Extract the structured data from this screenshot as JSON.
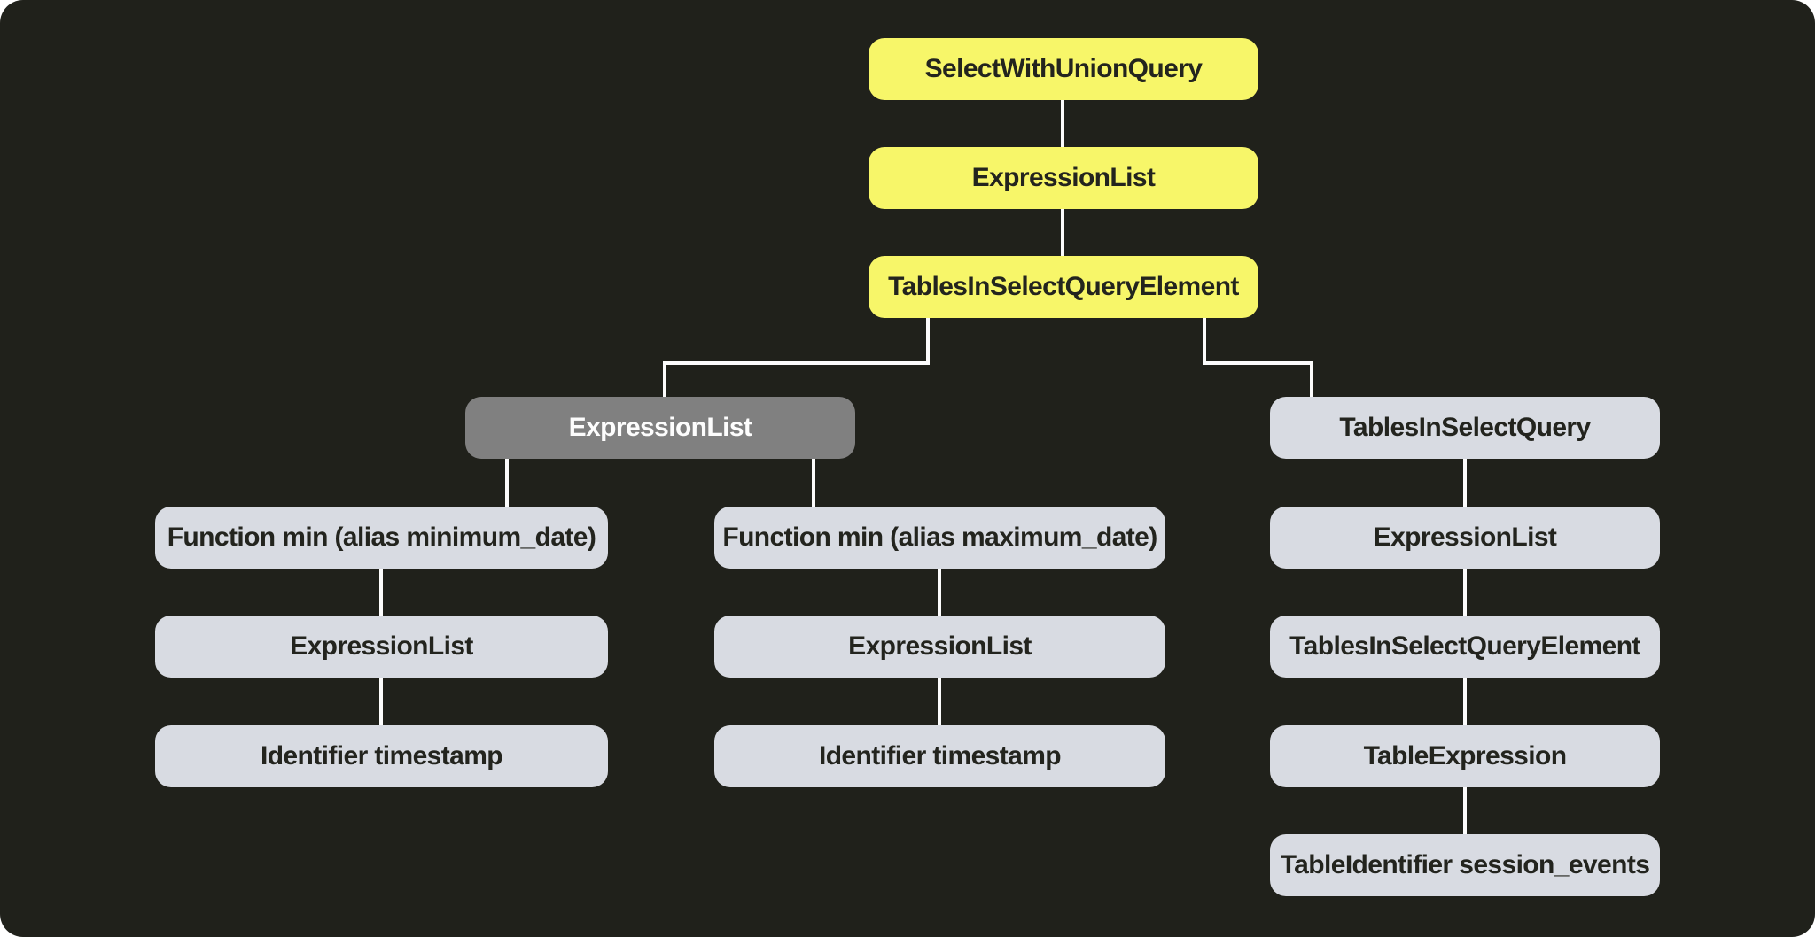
{
  "diagram": {
    "type": "ast-tree",
    "description": "SQL query abstract syntax tree visualization",
    "colors": {
      "background": "#20211b",
      "node_root_chain": "#f7f669",
      "node_selected": "#808080",
      "node_default": "#d8dbe2",
      "edge": "#fcfcfc",
      "text_dark": "#23241e",
      "text_light": "#fdfdfd"
    },
    "nodes": [
      {
        "id": "select_with_union_query",
        "label": "SelectWithUnionQuery",
        "variant": "yellow"
      },
      {
        "id": "expression_list_root",
        "label": "ExpressionList",
        "variant": "yellow"
      },
      {
        "id": "tables_in_select_query_element_root",
        "label": "TablesInSelectQueryElement",
        "variant": "yellow"
      },
      {
        "id": "expression_list_selected",
        "label": "ExpressionList",
        "variant": "gray"
      },
      {
        "id": "tables_in_select_query",
        "label": "TablesInSelectQuery",
        "variant": "light"
      },
      {
        "id": "function_min_minimum_date",
        "label": "Function min (alias minimum_date)",
        "variant": "light"
      },
      {
        "id": "function_min_maximum_date",
        "label": "Function min (alias maximum_date)",
        "variant": "light"
      },
      {
        "id": "expression_list_tables",
        "label": "ExpressionList",
        "variant": "light"
      },
      {
        "id": "expression_list_min",
        "label": "ExpressionList",
        "variant": "light"
      },
      {
        "id": "expression_list_max",
        "label": "ExpressionList",
        "variant": "light"
      },
      {
        "id": "tables_in_select_query_element_nested",
        "label": "TablesInSelectQueryElement",
        "variant": "light"
      },
      {
        "id": "identifier_timestamp_min",
        "label": "Identifier timestamp",
        "variant": "light"
      },
      {
        "id": "identifier_timestamp_max",
        "label": "Identifier timestamp",
        "variant": "light"
      },
      {
        "id": "table_expression",
        "label": "TableExpression",
        "variant": "light"
      },
      {
        "id": "table_identifier_session_events",
        "label": "TableIdentifier session_events",
        "variant": "light"
      }
    ],
    "edges": [
      {
        "from": "select_with_union_query",
        "to": "expression_list_root"
      },
      {
        "from": "expression_list_root",
        "to": "tables_in_select_query_element_root"
      },
      {
        "from": "tables_in_select_query_element_root",
        "to": "expression_list_selected"
      },
      {
        "from": "tables_in_select_query_element_root",
        "to": "tables_in_select_query"
      },
      {
        "from": "expression_list_selected",
        "to": "function_min_minimum_date"
      },
      {
        "from": "expression_list_selected",
        "to": "function_min_maximum_date"
      },
      {
        "from": "function_min_minimum_date",
        "to": "expression_list_min"
      },
      {
        "from": "expression_list_min",
        "to": "identifier_timestamp_min"
      },
      {
        "from": "function_min_maximum_date",
        "to": "expression_list_max"
      },
      {
        "from": "expression_list_max",
        "to": "identifier_timestamp_max"
      },
      {
        "from": "tables_in_select_query",
        "to": "expression_list_tables"
      },
      {
        "from": "expression_list_tables",
        "to": "tables_in_select_query_element_nested"
      },
      {
        "from": "tables_in_select_query_element_nested",
        "to": "table_expression"
      },
      {
        "from": "table_expression",
        "to": "table_identifier_session_events"
      }
    ]
  }
}
